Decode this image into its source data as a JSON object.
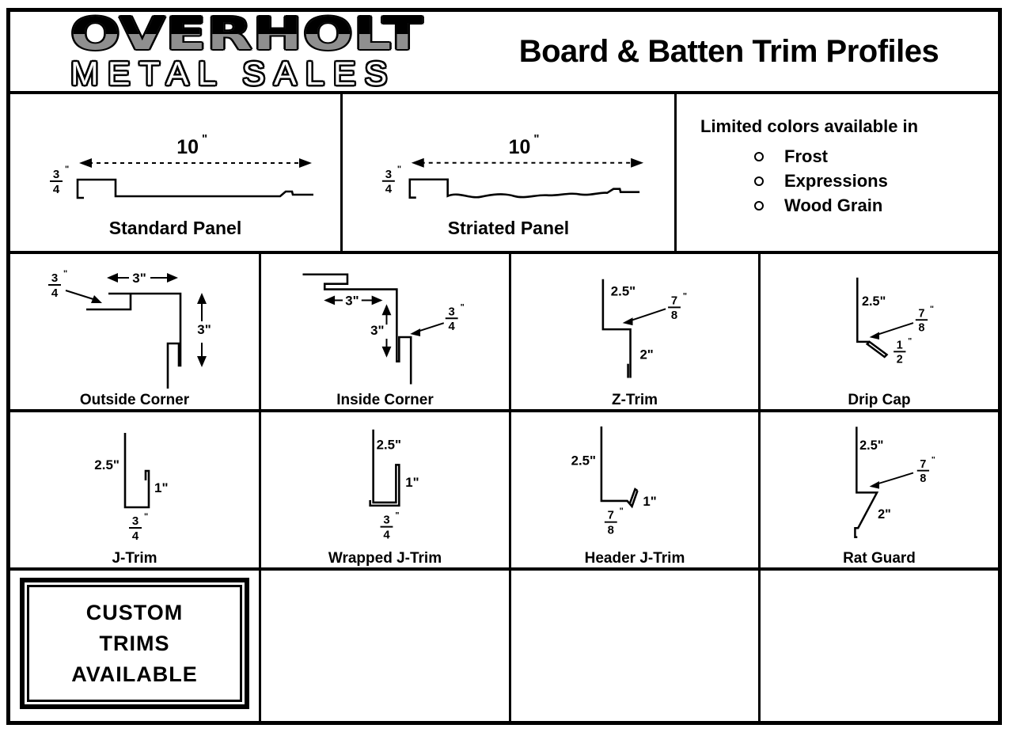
{
  "header": {
    "logo_line1": "OVERHOLT",
    "logo_line2": "METAL SALES",
    "title": "Board & Batten Trim Profiles"
  },
  "panels_row": {
    "standard": {
      "label": "Standard Panel",
      "width_value": "10",
      "width_unit": "\"",
      "thickness": {
        "num": "3",
        "den": "4",
        "unit": "\""
      }
    },
    "striated": {
      "label": "Striated Panel",
      "width_value": "10",
      "width_unit": "\"",
      "thickness": {
        "num": "3",
        "den": "4",
        "unit": "\""
      }
    },
    "colors_note": {
      "title": "Limited colors available in",
      "items": [
        "Frost",
        "Expressions",
        "Wood Grain"
      ]
    }
  },
  "trims": {
    "outside_corner": {
      "label": "Outside Corner",
      "width": "3\"",
      "height": "3\"",
      "hem": {
        "num": "3",
        "den": "4",
        "unit": "\""
      }
    },
    "inside_corner": {
      "label": "Inside Corner",
      "width": "3\"",
      "height": "3\"",
      "hem": {
        "num": "3",
        "den": "4",
        "unit": "\""
      }
    },
    "z_trim": {
      "label": "Z-Trim",
      "face": "2.5\"",
      "step": {
        "num": "7",
        "den": "8",
        "unit": "\""
      },
      "leg": "2\""
    },
    "drip_cap": {
      "label": "Drip Cap",
      "face": "2.5\"",
      "step": {
        "num": "7",
        "den": "8",
        "unit": "\""
      },
      "kick": {
        "num": "1",
        "den": "2",
        "unit": "\""
      }
    },
    "j_trim": {
      "label": "J-Trim",
      "face": "2.5\"",
      "return_leg": "1\"",
      "opening": {
        "num": "3",
        "den": "4",
        "unit": "\""
      }
    },
    "wrapped_j_trim": {
      "label": "Wrapped J-Trim",
      "face": "2.5\"",
      "return_leg": "1\"",
      "opening": {
        "num": "3",
        "den": "4",
        "unit": "\""
      }
    },
    "header_j_trim": {
      "label": "Header J-Trim",
      "face": "2.5\"",
      "opening": {
        "num": "7",
        "den": "8",
        "unit": "\""
      },
      "kick": "1\""
    },
    "rat_guard": {
      "label": "Rat Guard",
      "face": "2.5\"",
      "step": {
        "num": "7",
        "den": "8",
        "unit": "\""
      },
      "leg": "2\""
    }
  },
  "custom_box": {
    "lines": [
      "CUSTOM",
      "TRIMS",
      "AVAILABLE"
    ]
  }
}
